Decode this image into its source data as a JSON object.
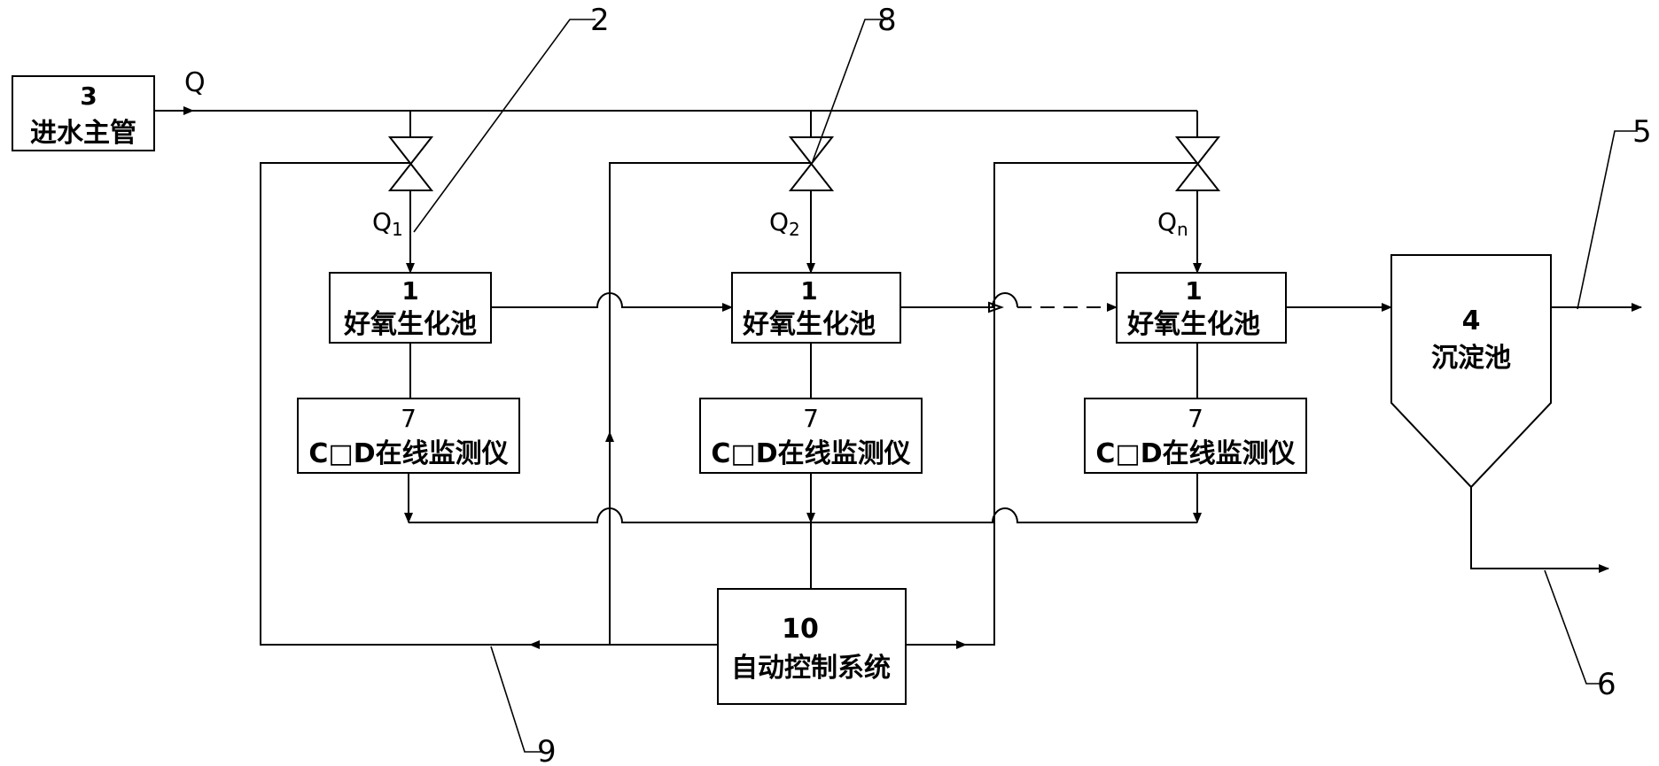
{
  "main_pipe": {
    "number": "3",
    "label": "进水主管",
    "flow": "Q"
  },
  "tanks": [
    {
      "number": "1",
      "label": "好氧生化池",
      "flow_sub": "1"
    },
    {
      "number": "1",
      "label": "好氧生化池",
      "flow_sub": "2"
    },
    {
      "number": "1",
      "label": "好氧生化池",
      "flow_sub": "n"
    }
  ],
  "flow_letter": "Q",
  "monitors": [
    {
      "number": "7",
      "label": "C□D在线监测仪"
    },
    {
      "number": "7",
      "label": "C□D在线监测仪"
    },
    {
      "number": "7",
      "label": "C□D在线监测仪"
    }
  ],
  "settler": {
    "number": "4",
    "label": "沉淀池"
  },
  "controller": {
    "number": "10",
    "label": "自动控制系统"
  },
  "callouts": {
    "c2": "2",
    "c8": "8",
    "c5": "5",
    "c6": "6",
    "c9": "9"
  }
}
